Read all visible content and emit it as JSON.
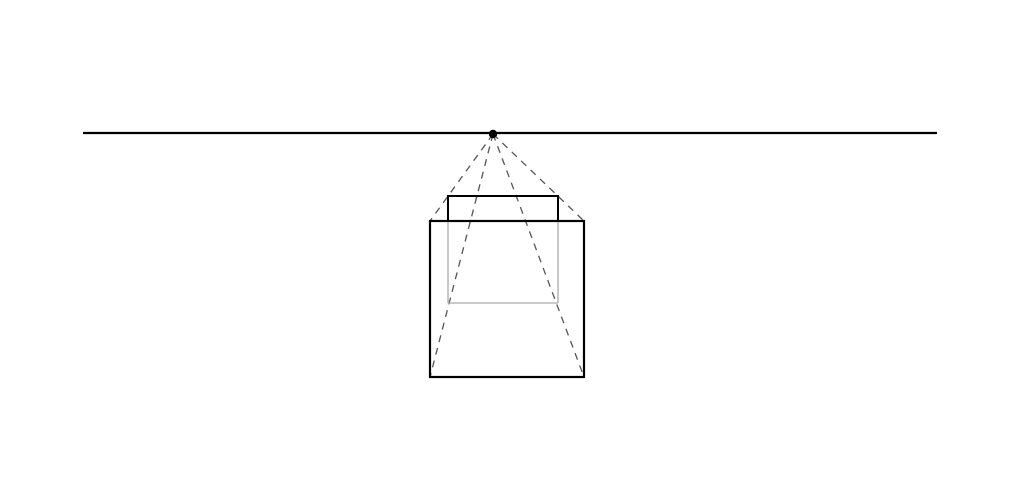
{
  "diagram": {
    "type": "one-point-perspective",
    "background_color": "#ffffff",
    "line_color": "#000000",
    "guide_color": "#555555",
    "hidden_edge_color": "#aaaaaa",
    "parts": [
      "horizon-line",
      "vanishing-point",
      "front-face",
      "back-face-visible-edges",
      "back-face-hidden-edges",
      "perspective-guide-lines"
    ]
  }
}
